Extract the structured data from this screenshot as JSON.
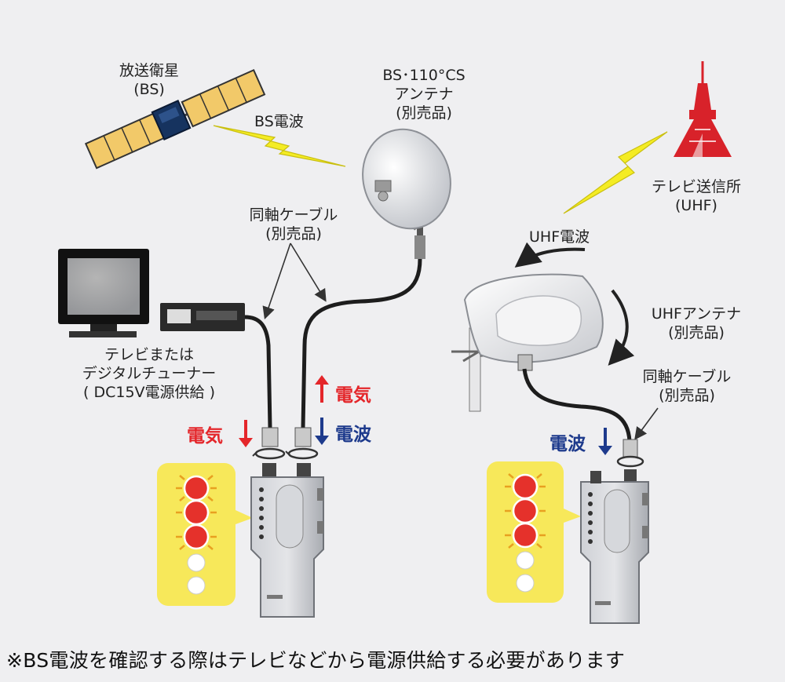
{
  "labels": {
    "satellite_line1": "放送衛星",
    "satellite_line2": "(BS)",
    "bs_wave": "BS電波",
    "bs_antenna_line1": "BS･110°CS",
    "bs_antenna_line2": "アンテナ",
    "bs_antenna_line3": "(別売品)",
    "coax_left_line1": "同軸ケーブル",
    "coax_left_line2": "(別売品)",
    "tv_line1": "テレビまたは",
    "tv_line2": "デジタルチューナー",
    "tv_line3": "( DC15V電源供給 )",
    "tower_line1": "テレビ送信所",
    "tower_line2": "(UHF)",
    "uhf_wave": "UHF電波",
    "uhf_antenna_line1": "UHFアンテナ",
    "uhf_antenna_line2": "(別売品)",
    "coax_right_line1": "同軸ケーブル",
    "coax_right_line2": "(別売品)"
  },
  "signals": {
    "power": "電気",
    "wave": "電波"
  },
  "footnote": "※BS電波を確認する際はテレビなどから電源供給する必要があります",
  "colors": {
    "power_red": "#e4262a",
    "wave_navy": "#1d3a8c",
    "lightning_yellow": "#f4ec24",
    "panel_yellow": "#f7e85a",
    "led_red": "#e5312b",
    "tower_red": "#d8222a",
    "satellite_gold": "#f2c969"
  }
}
